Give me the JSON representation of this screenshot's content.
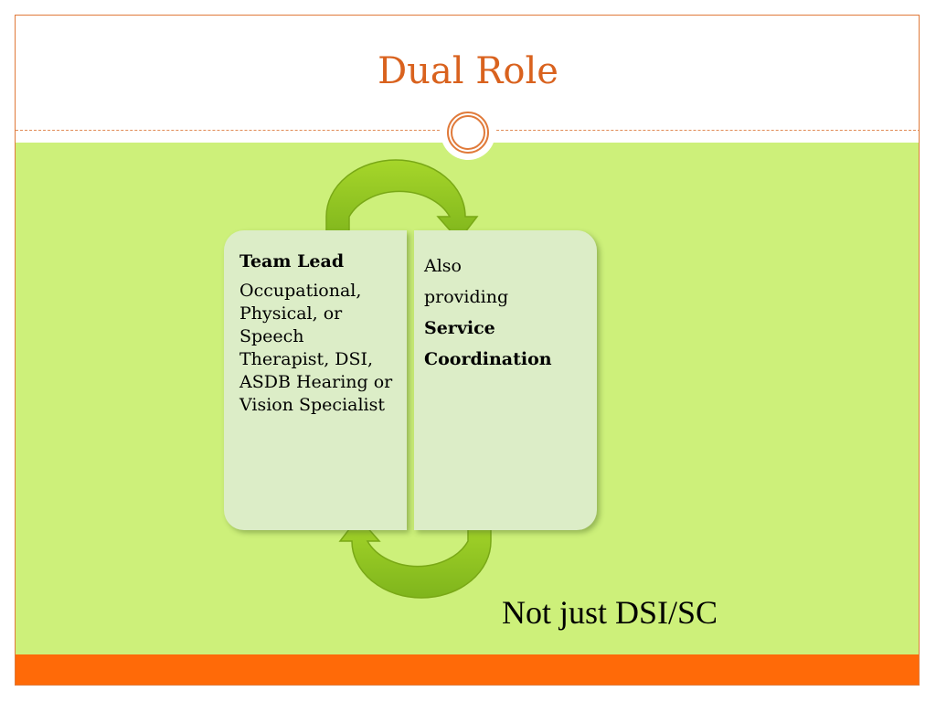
{
  "slide": {
    "title": "Dual Role",
    "note": "Not just DSI/SC"
  },
  "left_box": {
    "heading": "Team Lead",
    "body": "Occupational, Physical, or Speech Therapist, DSI, ASDB Hearing or Vision Specialist"
  },
  "right_box": {
    "lines": [
      "Also",
      "providing",
      "Service",
      "Coordination"
    ]
  },
  "colors": {
    "title": "#d9621e",
    "green_background": "#cdf07a",
    "bottom_bar": "#ff6a08",
    "box_fill": "#dcedc7",
    "arrow": "#8dc21f"
  }
}
